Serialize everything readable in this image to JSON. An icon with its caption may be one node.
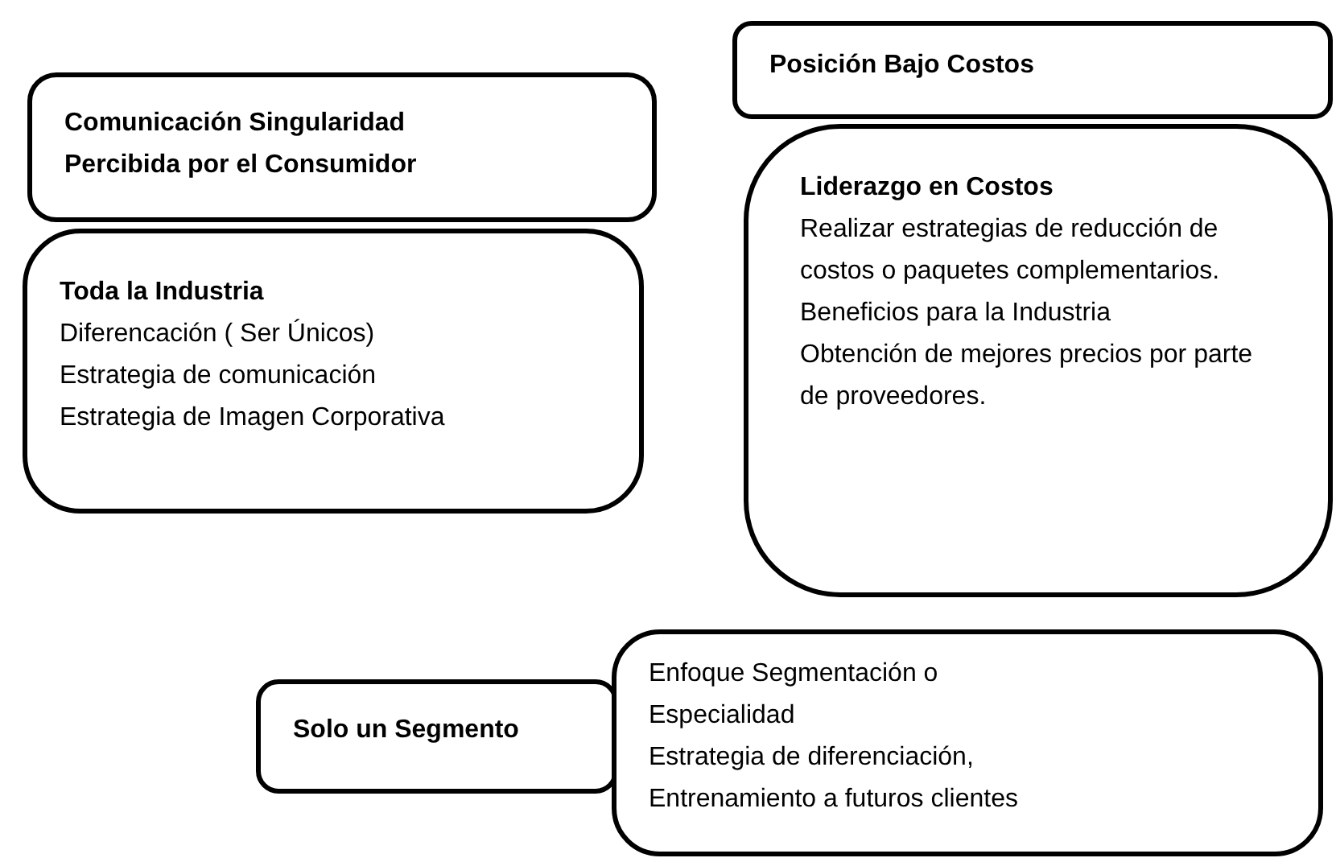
{
  "diagram": {
    "nodes": [
      {
        "text": [
          "Comunicación Singularidad Percibida por el Consumidor"
        ]
      },
      {
        "text": [
          "Toda la Industria",
          "Diferencación ( Ser Únicos)",
          "Estrategia de comunicación",
          "Estrategia de Imagen Corporativa"
        ]
      },
      {
        "text": [
          "Posición Bajo Costos"
        ]
      },
      {
        "text": [
          "Liderazgo en Costos",
          "Realizar estrategias de reducción de costos o paquetes complementarios.",
          "Beneficios para la Industria",
          "Obtención de mejores precios por parte de proveedores."
        ]
      },
      {
        "text": [
          "Solo un Segmento"
        ]
      },
      {
        "text": [
          "Enfoque Segmentación o Especialidad",
          "Estrategia de diferenciación,",
          "Entrenamiento a futuros clientes"
        ]
      }
    ]
  }
}
